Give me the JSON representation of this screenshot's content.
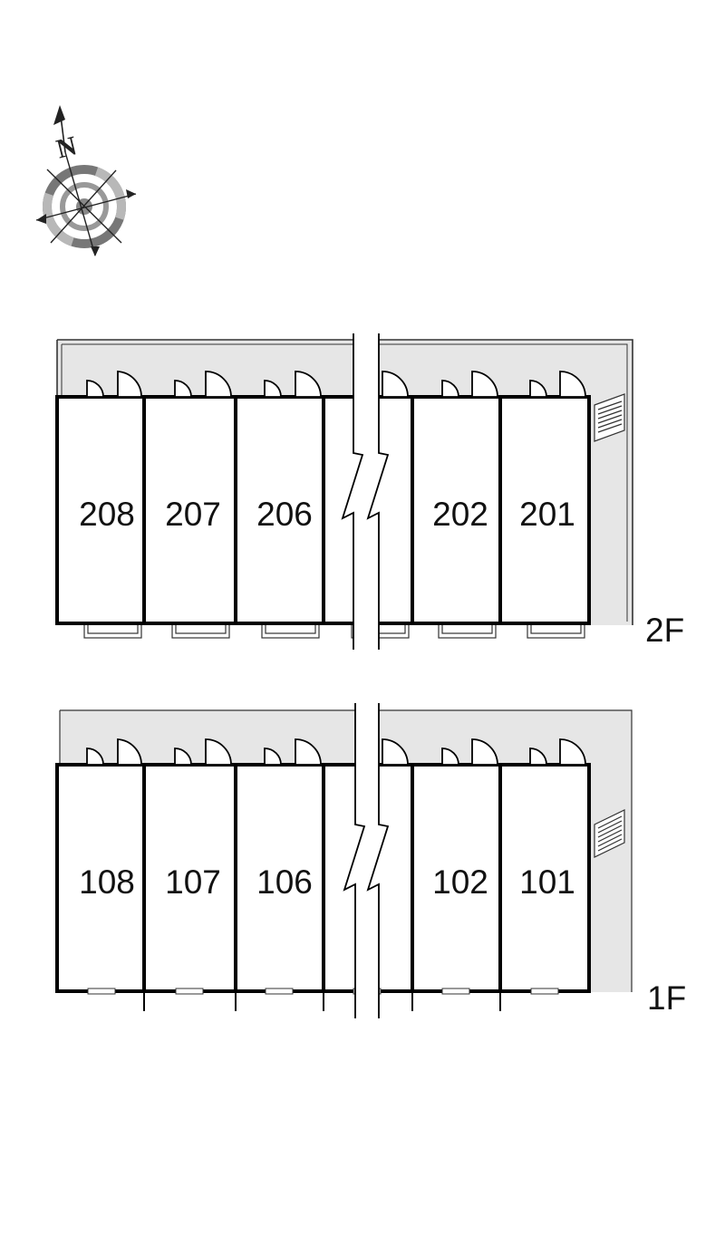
{
  "compass": {
    "letter": "N",
    "icon": "compass-rose-icon"
  },
  "colors": {
    "corridor": "#e6e6e6",
    "wall": "#000000",
    "thin": "#333333"
  },
  "floor2": {
    "floor_label": "2F",
    "units_left": [
      "208",
      "207",
      "206"
    ],
    "units_right": [
      "202",
      "201"
    ]
  },
  "floor1": {
    "floor_label": "1F",
    "units_left": [
      "108",
      "107",
      "106"
    ],
    "units_right": [
      "102",
      "101"
    ]
  }
}
